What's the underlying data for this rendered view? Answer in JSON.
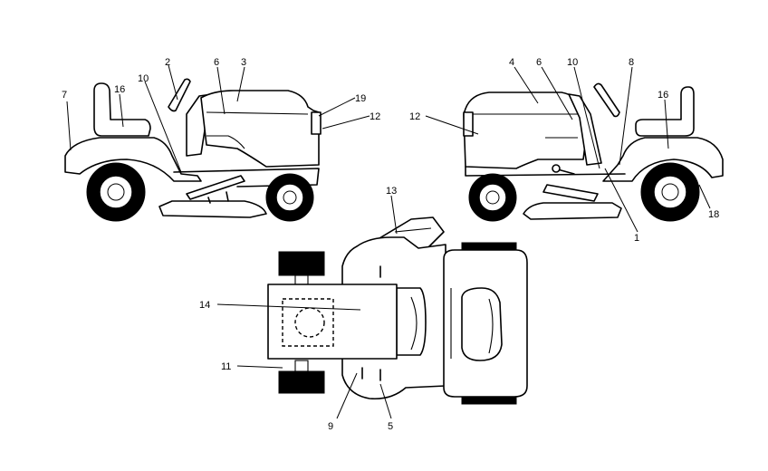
{
  "callouts": [
    {
      "id": "c7l",
      "text": "7"
    },
    {
      "id": "c16l",
      "text": "16"
    },
    {
      "id": "c10l",
      "text": "10"
    },
    {
      "id": "c2",
      "text": "2"
    },
    {
      "id": "c6l",
      "text": "6"
    },
    {
      "id": "c3",
      "text": "3"
    },
    {
      "id": "c19",
      "text": "19"
    },
    {
      "id": "c12l",
      "text": "12"
    },
    {
      "id": "c12r",
      "text": "12"
    },
    {
      "id": "c4",
      "text": "4"
    },
    {
      "id": "c6r",
      "text": "6"
    },
    {
      "id": "c10r",
      "text": "10"
    },
    {
      "id": "c8",
      "text": "8"
    },
    {
      "id": "c16r",
      "text": "16"
    },
    {
      "id": "c1",
      "text": "1"
    },
    {
      "id": "c18",
      "text": "18"
    },
    {
      "id": "c13",
      "text": "13"
    },
    {
      "id": "c14",
      "text": "14"
    },
    {
      "id": "c11",
      "text": "11"
    },
    {
      "id": "c9",
      "text": "9"
    },
    {
      "id": "c5",
      "text": "5"
    }
  ]
}
